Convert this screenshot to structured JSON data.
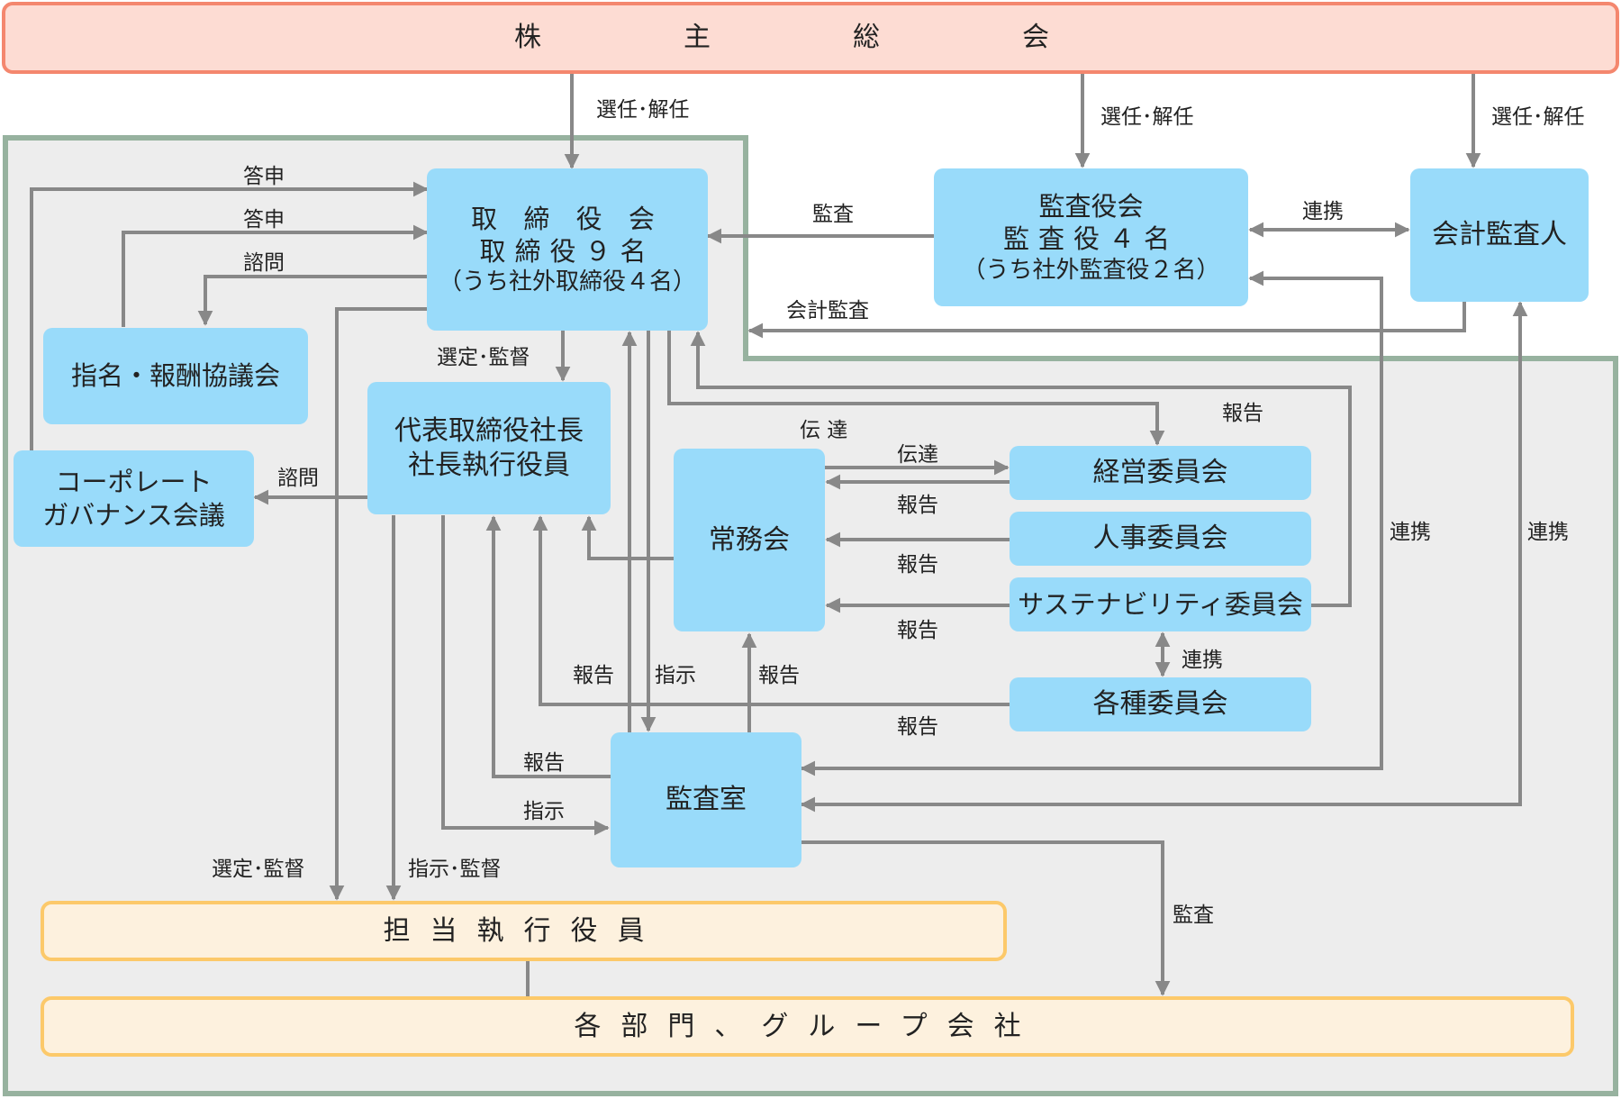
{
  "nodes": {
    "shareholders": "株　主　総　会",
    "board_title": "取 締 役 会",
    "board_members": "取締役９名",
    "board_outside": "（うち社外取締役４名）",
    "auditors_title": "監査役会",
    "auditors_members": "監査役４名",
    "auditors_outside": "（うち社外監査役２名）",
    "accounting_auditor": "会計監査人",
    "nomination_council": "指名・報酬協議会",
    "governance_line1": "コーポレート",
    "governance_line2": "ガバナンス会議",
    "president_line1": "代表取締役社長",
    "president_line2": "社長執行役員",
    "executive_committee": "常務会",
    "management_committee": "経営委員会",
    "hr_committee": "人事委員会",
    "sustainability_committee": "サステナビリティ委員会",
    "various_committees": "各種委員会",
    "audit_office": "監査室",
    "executive_officers": "担当執行役員",
    "departments": "各部門、グループ会社"
  },
  "labels": {
    "elect_dismiss_1": "選任･解任",
    "elect_dismiss_2": "選任･解任",
    "elect_dismiss_3": "選任･解任",
    "audit_board": "監査",
    "cooperation_auditors": "連携",
    "accounting_audit": "会計監査",
    "report_answer_1": "答申",
    "report_answer_2": "答申",
    "consult_1": "諮問",
    "consult_2": "諮問",
    "select_supervise_1": "選定･監督",
    "select_supervise_2": "選定･監督",
    "instruct_supervise": "指示･監督",
    "communicate_1": "伝 達",
    "communicate_2": "伝達",
    "report_1": "報告",
    "report_2": "報告",
    "report_3": "報告",
    "report_4": "報告",
    "report_5": "報告",
    "report_6": "報告",
    "report_7": "報告",
    "report_8": "報告",
    "cooperation_1": "連携",
    "cooperation_2": "連携",
    "cooperation_3": "連携",
    "instruct_1": "指示",
    "instruct_2": "指示",
    "audit_departments": "監査"
  },
  "colors": {
    "node_fill": "#99dbfa",
    "company_area_fill": "#ededed",
    "company_area_border": "#97b29f",
    "shareholders_fill": "#fddcd3",
    "shareholders_border": "#f4876e",
    "execution_fill": "#fdf1de",
    "execution_border": "#fcc96a",
    "connector": "#888888"
  }
}
